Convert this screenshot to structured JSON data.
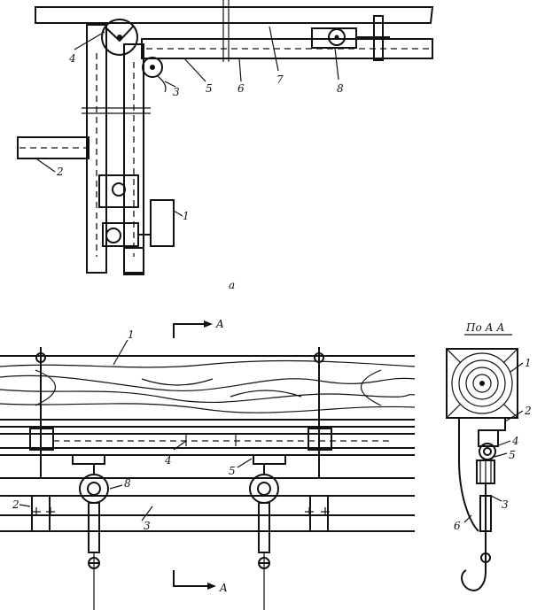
{
  "figure_a": {
    "caption": "a",
    "labels": [
      "1",
      "2",
      "3",
      "4",
      "5",
      "6",
      "7",
      "8"
    ]
  },
  "figure_b": {
    "section_marker": "A",
    "labels": [
      "1",
      "2",
      "3",
      "4",
      "5",
      "8"
    ]
  },
  "figure_c": {
    "title": "По А А",
    "labels": [
      "1",
      "2",
      "3",
      "4",
      "5",
      "6"
    ]
  }
}
